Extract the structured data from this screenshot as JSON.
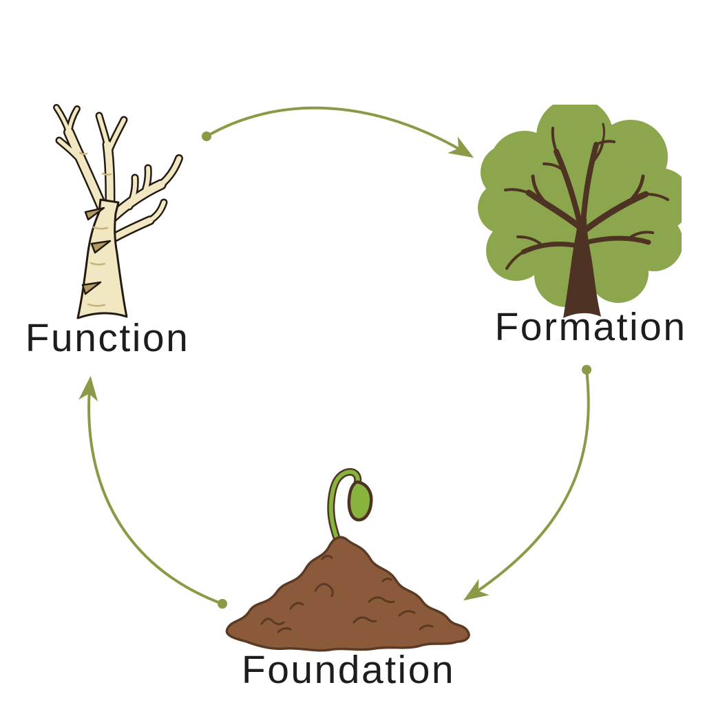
{
  "diagram": {
    "type": "cycle",
    "nodes": [
      {
        "id": "function",
        "label": "Function",
        "icon": "bare-tree-icon"
      },
      {
        "id": "formation",
        "label": "Formation",
        "icon": "leafy-tree-icon"
      },
      {
        "id": "foundation",
        "label": "Foundation",
        "icon": "sprout-in-soil-icon"
      }
    ],
    "arrows": [
      {
        "from": "Function",
        "to": "Formation"
      },
      {
        "from": "Formation",
        "to": "Foundation"
      },
      {
        "from": "Foundation",
        "to": "Function"
      }
    ]
  },
  "colors": {
    "background": "#ffffff",
    "arrow": "#8a9a46",
    "canopy": "#8ca64d",
    "tree_trunk": "#4e3223",
    "soil": "#8a5a3b",
    "soil_line": "#5b3a24",
    "sprout": "#87b43c",
    "sprout_outline": "#4e3223",
    "bark": "#f2e7c3",
    "bark_shade": "#c9b27a",
    "bark_mark": "#b19b63",
    "outline": "#231a10",
    "label_text": "#1d1d1b"
  }
}
